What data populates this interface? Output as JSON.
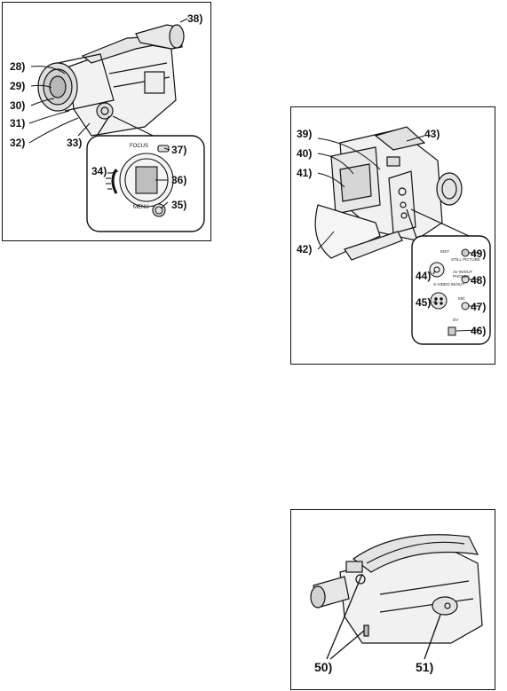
{
  "figure_top_left": {
    "callouts": [
      "28)",
      "29)",
      "30)",
      "31)",
      "32)",
      "33)",
      "34)",
      "35)",
      "36)",
      "37)",
      "38)"
    ],
    "button_labels": {
      "focus": "FOCUS",
      "menu": "MENU"
    }
  },
  "figure_right_middle": {
    "callouts": [
      "39)",
      "40)",
      "41)",
      "42)",
      "43)",
      "44)",
      "45)",
      "46)",
      "47)",
      "48)",
      "49)"
    ],
    "jack_labels": {
      "edit": "EDIT",
      "still_picture": "STILL PICTURE",
      "av_in_out": "AV IN/OUT",
      "phones": "PHONES",
      "s_video_in_out": "S-VIDEO IN/OUT",
      "mic": "MIC",
      "dv": "DV"
    }
  },
  "figure_bottom_right": {
    "callouts": [
      "50)",
      "51)"
    ]
  }
}
